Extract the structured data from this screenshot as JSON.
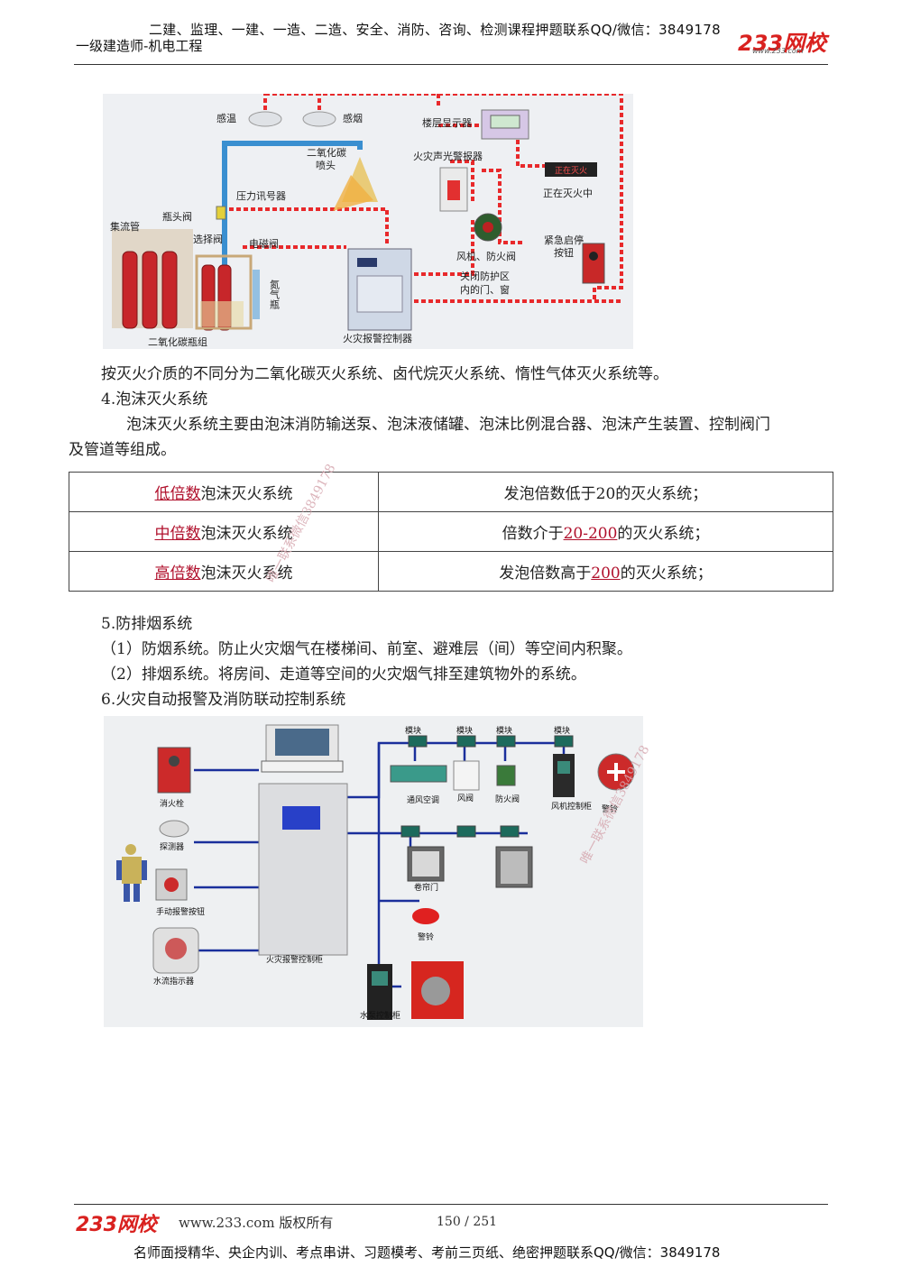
{
  "header": {
    "top_line": "二建、监理、一建、一造、二造、安全、消防、咨询、检测课程押题联系QQ/微信：3849178",
    "subtitle": "一级建造师-机电工程",
    "logo_text": "233网校",
    "logo_url": "www.233.com"
  },
  "figure1": {
    "labels": {
      "temp": "感温",
      "smoke": "感烟",
      "floor_display": "楼层显示器",
      "co2_nozzle_1": "二氧化碳",
      "co2_nozzle_2": "喷头",
      "alarm_sounder": "火灾声光警报器",
      "extinguishing": "正在灭火中",
      "pressure_switch": "压力讯号器",
      "manifold": "集流管",
      "bottle_valve": "瓶头阀",
      "selector_valve": "选择阀",
      "solenoid_valve": "电磁阀",
      "nitrogen": "氮气瓶",
      "emergency_btn_1": "紧急启停",
      "emergency_btn_2": "按钮",
      "fan_damper": "风机、防火阀",
      "close_doors_1": "关闭防护区",
      "close_doors_2": "内的门、窗",
      "co2_bank": "二氧化碳瓶组",
      "fire_controller": "火灾报警控制器",
      "sign_text": "正在灭火"
    }
  },
  "content": {
    "p_classify": "按灭火介质的不同分为二氧化碳灭火系统、卤代烷灭火系统、惰性气体灭火系统等。",
    "h4": "4.泡沫灭火系统",
    "p_foam_1": "泡沫灭火系统主要由泡沫消防输送泵、泡沫液储罐、泡沫比例混合器、泡沫产生装置、控制阀门",
    "p_foam_2": "及管道等组成。",
    "foam_table": [
      {
        "key": "低倍数",
        "name_rest": "泡沫灭火系统",
        "desc_pre": "发泡倍数低于20的灭火系统；",
        "desc_hl": "",
        "desc_post": ""
      },
      {
        "key": "中倍数",
        "name_rest": "泡沫灭火系统",
        "desc_pre": "倍数介于",
        "desc_hl": "20-200",
        "desc_post": "的灭火系统；"
      },
      {
        "key": "高倍数",
        "name_rest": "泡沫灭火系统",
        "desc_pre": "发泡倍数高于",
        "desc_hl": "200",
        "desc_post": "的灭火系统；"
      }
    ],
    "h5": "5.防排烟系统",
    "p5_1": "（1）防烟系统。防止火灾烟气在楼梯间、前室、避难层（间）等空间内积聚。",
    "p5_2": "（2）排烟系统。将房间、走道等空间的火灾烟气排至建筑物外的系统。",
    "h6": "6.火灾自动报警及消防联动控制系统"
  },
  "figure2": {
    "labels": {
      "module": "模块",
      "hydrant": "消火栓",
      "detector": "探测器",
      "manual_alarm": "手动报警按钮",
      "water_flow": "水流指示器",
      "hvac": "通风空调",
      "damper": "风阀",
      "fire_valve": "防火阀",
      "fan_cabinet": "风机控制柜",
      "bell": "警铃",
      "rolling_door": "卷帘门",
      "alarm_bell": "警铃",
      "controller_cabinet": "火灾报警控制柜",
      "pump_cabinet": "水泵控制柜"
    }
  },
  "watermarks": {
    "wm1": "唯一联系微信3849178",
    "wm2": "唯一联系微信3849178"
  },
  "footer": {
    "logo_text": "233网校",
    "site": "www.233.com 版权所有",
    "page": "150 / 251",
    "bottom_line": "名师面授精华、央企内训、考点串讲、习题模考、考前三页纸、绝密押题联系QQ/微信：3849178"
  },
  "colors": {
    "brand_red": "#d9211f",
    "link_red": "#b0102c",
    "signal_red": "#e8292b",
    "pipe_blue": "#3a8fd0",
    "line_blue": "#1a2f9c"
  }
}
